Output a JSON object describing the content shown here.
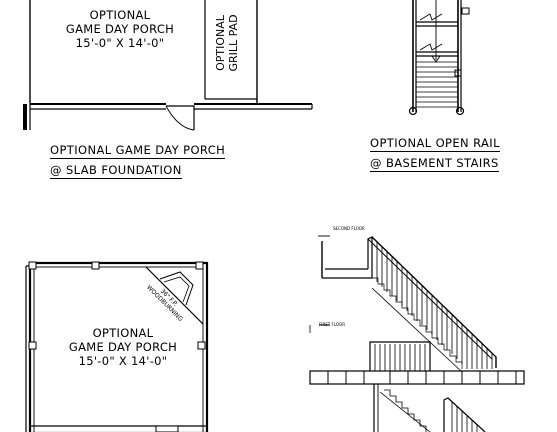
{
  "plan_top": {
    "room_name": "OPTIONAL",
    "room_name_2": "GAME DAY PORCH",
    "room_size": "15'-0\" X 14'-0\"",
    "grill_1": "OPTIONAL",
    "grill_2": "GRILL PAD",
    "caption_1": "OPTIONAL GAME DAY PORCH",
    "caption_2": "@ SLAB FOUNDATION"
  },
  "plan_rail": {
    "caption_1": "OPTIONAL OPEN RAIL",
    "caption_2": "@ BASEMENT STAIRS"
  },
  "plan_bottom": {
    "room_name": "OPTIONAL",
    "room_name_2": "GAME DAY PORCH",
    "room_size": "15'-0\" X 14'-0\"",
    "fireplace_1": "36\" F.P.",
    "fireplace_2": "WOODBURNING"
  },
  "section": {
    "second_floor": "SECOND FLOOR",
    "first_floor": "FIRST FLOOR"
  }
}
